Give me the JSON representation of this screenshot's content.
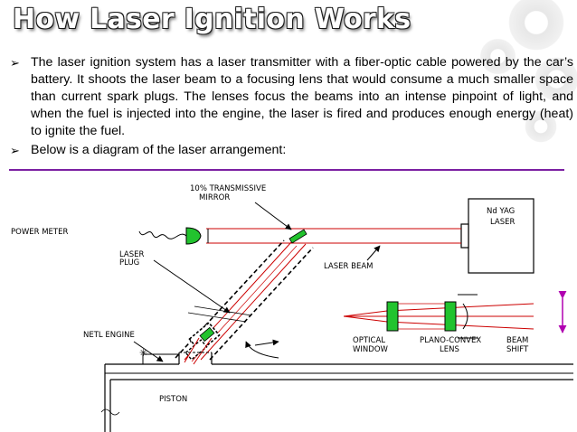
{
  "slide": {
    "title": "How Laser Ignition Works",
    "bullets": [
      "The laser ignition system has a laser transmitter with a fiber-optic cable powered by the car’s battery.  It shoots the laser beam to a focusing lens that would consume a much smaller space than current spark plugs. The lenses focus the beams into an intense pinpoint of light, and when the fuel is injected into the engine, the laser is fired and produces enough energy (heat) to ignite the fuel.",
      "Below is a diagram of the laser arrangement:"
    ],
    "bullet_mark": "➢"
  },
  "diagram": {
    "labels": {
      "mirror_line1": "10% TRANSMISSIVE",
      "mirror_line2": "MIRROR",
      "power_meter": "POWER METER",
      "laser_plug_line1": "LASER",
      "laser_plug_line2": "PLUG",
      "laser_beam": "LASER BEAM",
      "nd_yag_line1": "Nd YAG",
      "nd_yag_line2": "LASER",
      "netl_engine": "NETL ENGINE",
      "optical_line1": "OPTICAL",
      "optical_line2": "WINDOW",
      "plano_line1": "PLANO-CONVEX",
      "plano_line2": "LENS",
      "beam_line1": "BEAM",
      "beam_line2": "SHIFT",
      "piston": "PISTON"
    },
    "colors": {
      "beam": "#cc0000",
      "optic_green": "#22c32e",
      "arrow_purple": "#b000b0",
      "divider": "#7b1fa2"
    }
  }
}
